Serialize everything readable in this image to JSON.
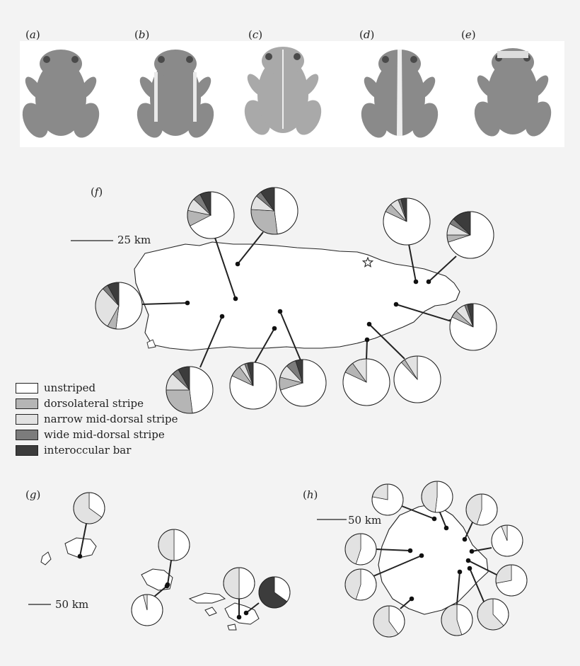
{
  "photo_panels": [
    {
      "label": "a"
    },
    {
      "label": "b"
    },
    {
      "label": "c"
    },
    {
      "label": "d"
    },
    {
      "label": "e"
    }
  ],
  "map_panels": {
    "f": {
      "label": "f",
      "scale_text": "25 km"
    },
    "g": {
      "label": "g",
      "scale_text": "50 km"
    },
    "h": {
      "label": "h",
      "scale_text": "50 km"
    }
  },
  "legend": [
    {
      "label": "unstriped",
      "color": "#ffffff"
    },
    {
      "label": "dorsolateral stripe",
      "color": "#b5b5b5"
    },
    {
      "label": "narrow mid-dorsal stripe",
      "color": "#e2e2e2"
    },
    {
      "label": "wide mid-dorsal stripe",
      "color": "#7c7c7c"
    },
    {
      "label": "interoccular bar",
      "color": "#3c3c3c"
    }
  ],
  "pie_fractions": {
    "f": [
      [
        0.62,
        0.1,
        0.08,
        0.05,
        0.07
      ],
      [
        0.48,
        0.28,
        0.1,
        0.04,
        0.1
      ],
      [
        0.82,
        0.06,
        0.06,
        0.02,
        0.04
      ],
      [
        0.7,
        0.05,
        0.08,
        0.04,
        0.13
      ],
      [
        0.52,
        0.06,
        0.3,
        0.04,
        0.08
      ],
      [
        0.82,
        0.05,
        0.07,
        0.02,
        0.04
      ],
      [
        0.48,
        0.27,
        0.12,
        0.05,
        0.08
      ],
      [
        0.82,
        0.08,
        0.04,
        0.02,
        0.04
      ],
      [
        0.7,
        0.09,
        0.09,
        0.07,
        0.05
      ],
      [
        0.82,
        0.08,
        0.1,
        0.0,
        0.0
      ],
      [
        0.88,
        0.03,
        0.09,
        0.0,
        0.0
      ]
    ],
    "g": [
      [
        0.35,
        0.0,
        0.65,
        0.0,
        0.0
      ],
      [
        0.5,
        0.0,
        0.5,
        0.0,
        0.0
      ],
      [
        0.96,
        0.0,
        0.04,
        0.0,
        0.0
      ],
      [
        0.5,
        0.0,
        0.5,
        0.0,
        0.0
      ],
      [
        0.35,
        0.0,
        0.0,
        0.0,
        0.65
      ]
    ],
    "h": [
      [
        0.78,
        0.0,
        0.22,
        0.0,
        0.0
      ],
      [
        0.52,
        0.0,
        0.48,
        0.0,
        0.0
      ],
      [
        0.55,
        0.0,
        0.45,
        0.0,
        0.0
      ],
      [
        0.94,
        0.0,
        0.06,
        0.0,
        0.0
      ],
      [
        0.55,
        0.0,
        0.45,
        0.0,
        0.0
      ],
      [
        0.72,
        0.0,
        0.28,
        0.0,
        0.0
      ],
      [
        0.55,
        0.0,
        0.45,
        0.0,
        0.0
      ],
      [
        0.4,
        0.0,
        0.6,
        0.0,
        0.0
      ],
      [
        0.45,
        0.0,
        0.55,
        0.0,
        0.0
      ],
      [
        0.38,
        0.0,
        0.62,
        0.0,
        0.0
      ]
    ]
  }
}
